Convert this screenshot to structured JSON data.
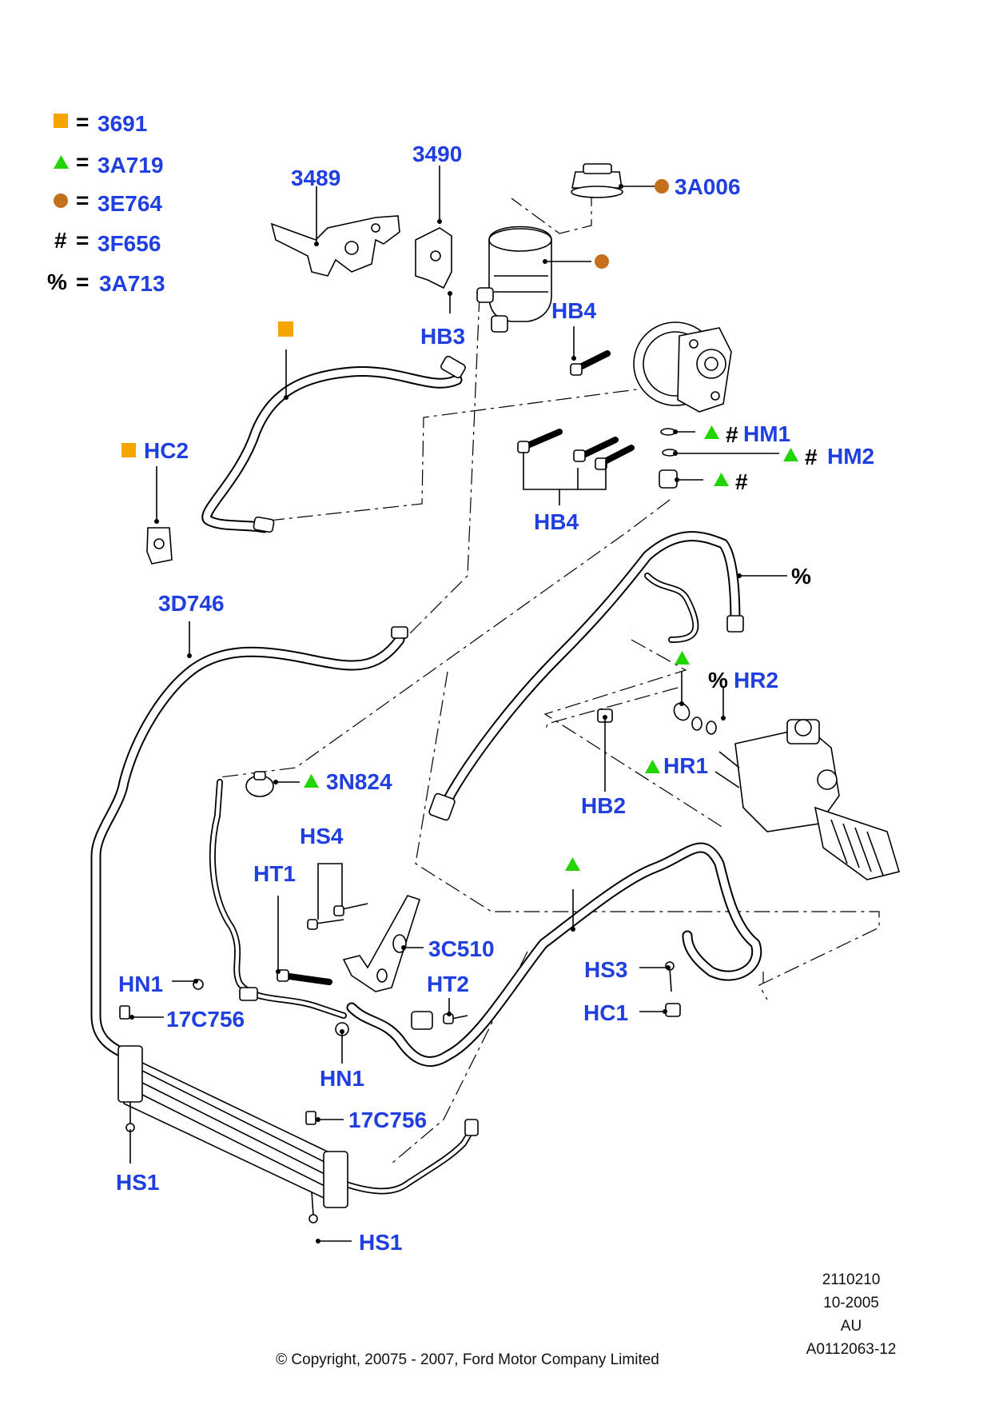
{
  "colors": {
    "label": "#1f3fe0",
    "square": "#f5a500",
    "triangle": "#22d400",
    "circle": "#c46f1c"
  },
  "legend": [
    {
      "symbol": "square",
      "code": "3691"
    },
    {
      "symbol": "triangle",
      "code": "3A719"
    },
    {
      "symbol": "circle",
      "code": "3E764"
    },
    {
      "symbol": "#",
      "code": "3F656"
    },
    {
      "symbol": "%",
      "code": "3A713"
    }
  ],
  "legend_equals": "=",
  "labels": {
    "l3489": "3489",
    "l3490": "3490",
    "l3A006": "3A006",
    "lHB3": "HB3",
    "lHB4top": "HB4",
    "lHB4bottom": "HB4",
    "lHC2": "HC2",
    "lHM1": "HM1",
    "lHM2": "HM2",
    "l3D746": "3D746",
    "lHR2": "HR2",
    "lHR1": "HR1",
    "lHB2": "HB2",
    "l3N824": "3N824",
    "lHS4": "HS4",
    "lHT1": "HT1",
    "l3C510": "3C510",
    "lHN1left": "HN1",
    "lHN1bottom": "HN1",
    "lHT2": "HT2",
    "lHS3": "HS3",
    "lHC1": "HC1",
    "l17C756a": "17C756",
    "l17C756b": "17C756",
    "lHS1a": "HS1",
    "lHS1b": "HS1"
  },
  "symbols": {
    "hash": "#",
    "percent": "%"
  },
  "footer": {
    "code1": "2110210",
    "date": "10-2005",
    "region": "AU",
    "ref": "A0112063-12",
    "copyright": "© Copyright, 20075 - 2007, Ford Motor Company Limited"
  }
}
